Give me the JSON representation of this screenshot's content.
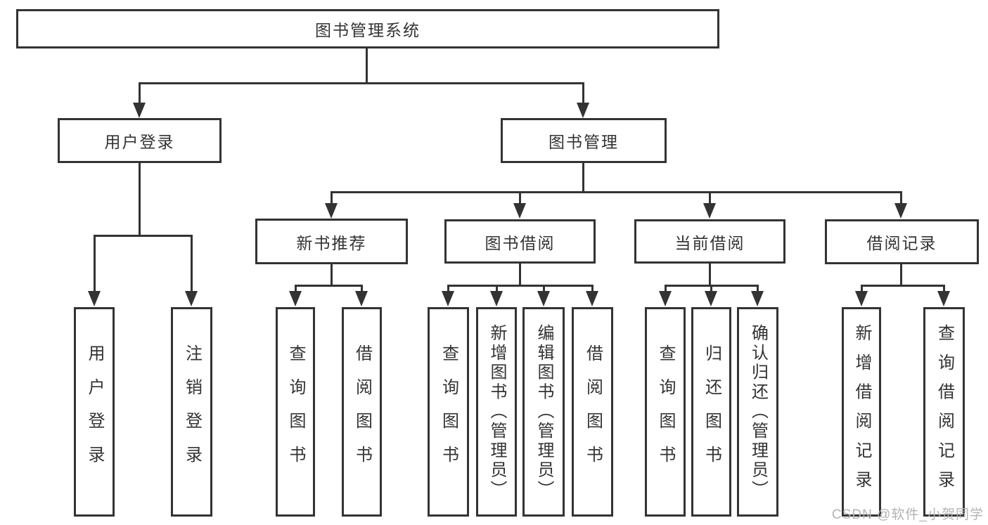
{
  "diagram": {
    "root": {
      "label": "图书管理系统"
    },
    "branches": [
      {
        "label": "用户登录",
        "children": [
          {
            "label": "用户登录"
          },
          {
            "label": "注销登录"
          }
        ]
      },
      {
        "label": "图书管理",
        "children": [
          {
            "label": "新书推荐",
            "children": [
              {
                "label": "查询图书"
              },
              {
                "label": "借阅图书"
              }
            ]
          },
          {
            "label": "图书借阅",
            "children": [
              {
                "label": "查询图书"
              },
              {
                "label": "新增图书（管理员）"
              },
              {
                "label": "编辑图书（管理员）"
              },
              {
                "label": "借阅图书"
              }
            ]
          },
          {
            "label": "当前借阅",
            "children": [
              {
                "label": "查询图书"
              },
              {
                "label": "归还图书"
              },
              {
                "label": "确认归还（管理员）"
              }
            ]
          },
          {
            "label": "借阅记录",
            "children": [
              {
                "label": "新增借阅记录"
              },
              {
                "label": "查询借阅记录"
              }
            ]
          }
        ]
      }
    ]
  },
  "watermark": {
    "text": "CSDN @软件_小贺同学"
  },
  "colors": {
    "line": "#333333",
    "background": "#ffffff",
    "text": "#333333",
    "watermark": "#b3b3b3"
  }
}
